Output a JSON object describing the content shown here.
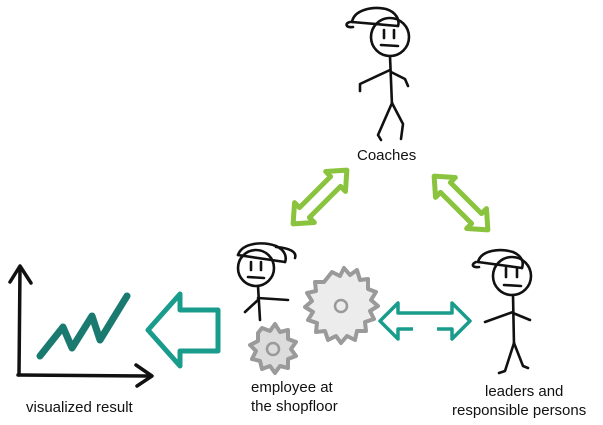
{
  "labels": {
    "coaches": "Coaches",
    "employee_line1": "employee at",
    "employee_line2": "the shopfloor",
    "leaders_line1": "leaders and",
    "leaders_line2": "responsible persons",
    "result": "visualized result"
  },
  "icons": {
    "coach": "stick-figure-with-cap-icon",
    "employee": "stick-figure-with-cap-icon",
    "leader": "stick-figure-with-cap-icon",
    "gears": "gears-icon",
    "chart": "rising-line-chart-icon",
    "arrow_coach_employee": "double-arrow-icon",
    "arrow_coach_leader": "double-arrow-icon",
    "arrow_employee_leader": "double-arrow-icon",
    "arrow_to_result": "left-arrow-icon"
  },
  "colors": {
    "green": "#8ac43f",
    "teal": "#1a9c8c",
    "ink": "#111111",
    "gear": "#9a9a9a"
  }
}
